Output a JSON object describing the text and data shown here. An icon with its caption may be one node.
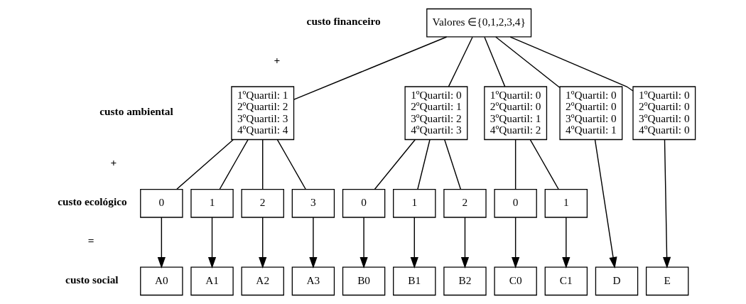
{
  "diagram": {
    "nodes": [
      {
        "text": [
          "Valores ∈{0,1,2,3,4}"
        ]
      },
      {
        "text": [
          "1ºQuartil: 1",
          "2ºQuartil: 2",
          "3ºQuartil: 3",
          "4ºQuartil: 4"
        ]
      },
      {
        "text": [
          "1ºQuartil: 0",
          "2ºQuartil: 1",
          "3ºQuartil: 2",
          "4ºQuartil: 3"
        ]
      },
      {
        "text": [
          "1ºQuartil: 0",
          "2ºQuartil: 0",
          "3ºQuartil: 1",
          "4ºQuartil: 2"
        ]
      },
      {
        "text": [
          "1ºQuartil: 0",
          "2ºQuartil: 0",
          "3ºQuartil: 0",
          "4ºQuartil: 1"
        ]
      },
      {
        "text": [
          "1ºQuartil: 0",
          "2ºQuartil: 0",
          "3ºQuartil: 0",
          "4ºQuartil: 0"
        ]
      },
      {
        "text": [
          "0"
        ]
      },
      {
        "text": [
          "1"
        ]
      },
      {
        "text": [
          "2"
        ]
      },
      {
        "text": [
          "3"
        ]
      },
      {
        "text": [
          "0"
        ]
      },
      {
        "text": [
          "1"
        ]
      },
      {
        "text": [
          "2"
        ]
      },
      {
        "text": [
          "0"
        ]
      },
      {
        "text": [
          "1"
        ]
      },
      {
        "text": [
          "A0"
        ]
      },
      {
        "text": [
          "A1"
        ]
      },
      {
        "text": [
          "A2"
        ]
      },
      {
        "text": [
          "A3"
        ]
      },
      {
        "text": [
          "B0"
        ]
      },
      {
        "text": [
          "B1"
        ]
      },
      {
        "text": [
          "B2"
        ]
      },
      {
        "text": [
          "C0"
        ]
      },
      {
        "text": [
          "C1"
        ]
      },
      {
        "text": [
          "D"
        ]
      },
      {
        "text": [
          "E"
        ]
      }
    ],
    "edges": [
      {
        "from": 0,
        "to": 1,
        "arrow": "none"
      },
      {
        "from": 0,
        "to": 2,
        "arrow": "none"
      },
      {
        "from": 0,
        "to": 3,
        "arrow": "none"
      },
      {
        "from": 0,
        "to": 4,
        "arrow": "none"
      },
      {
        "from": 0,
        "to": 5,
        "arrow": "none"
      },
      {
        "from": 1,
        "to": 6,
        "arrow": "none"
      },
      {
        "from": 1,
        "to": 7,
        "arrow": "none"
      },
      {
        "from": 1,
        "to": 8,
        "arrow": "none"
      },
      {
        "from": 1,
        "to": 9,
        "arrow": "none"
      },
      {
        "from": 2,
        "to": 10,
        "arrow": "none"
      },
      {
        "from": 2,
        "to": 11,
        "arrow": "none"
      },
      {
        "from": 2,
        "to": 12,
        "arrow": "none"
      },
      {
        "from": 3,
        "to": 13,
        "arrow": "none"
      },
      {
        "from": 3,
        "to": 14,
        "arrow": "none"
      },
      {
        "from": 6,
        "to": 15,
        "arrow": "to"
      },
      {
        "from": 7,
        "to": 16,
        "arrow": "to"
      },
      {
        "from": 8,
        "to": 17,
        "arrow": "to"
      },
      {
        "from": 9,
        "to": 18,
        "arrow": "to"
      },
      {
        "from": 10,
        "to": 19,
        "arrow": "to"
      },
      {
        "from": 11,
        "to": 20,
        "arrow": "to"
      },
      {
        "from": 12,
        "to": 21,
        "arrow": "to"
      },
      {
        "from": 13,
        "to": 22,
        "arrow": "to"
      },
      {
        "from": 14,
        "to": 23,
        "arrow": "to"
      },
      {
        "from": 4,
        "to": 24,
        "arrow": "to"
      },
      {
        "from": 5,
        "to": 25,
        "arrow": "to"
      }
    ],
    "labels": [
      "custo financeiro",
      "+",
      "custo ambiental",
      "+",
      "custo ecológico",
      "=",
      "custo social"
    ]
  }
}
